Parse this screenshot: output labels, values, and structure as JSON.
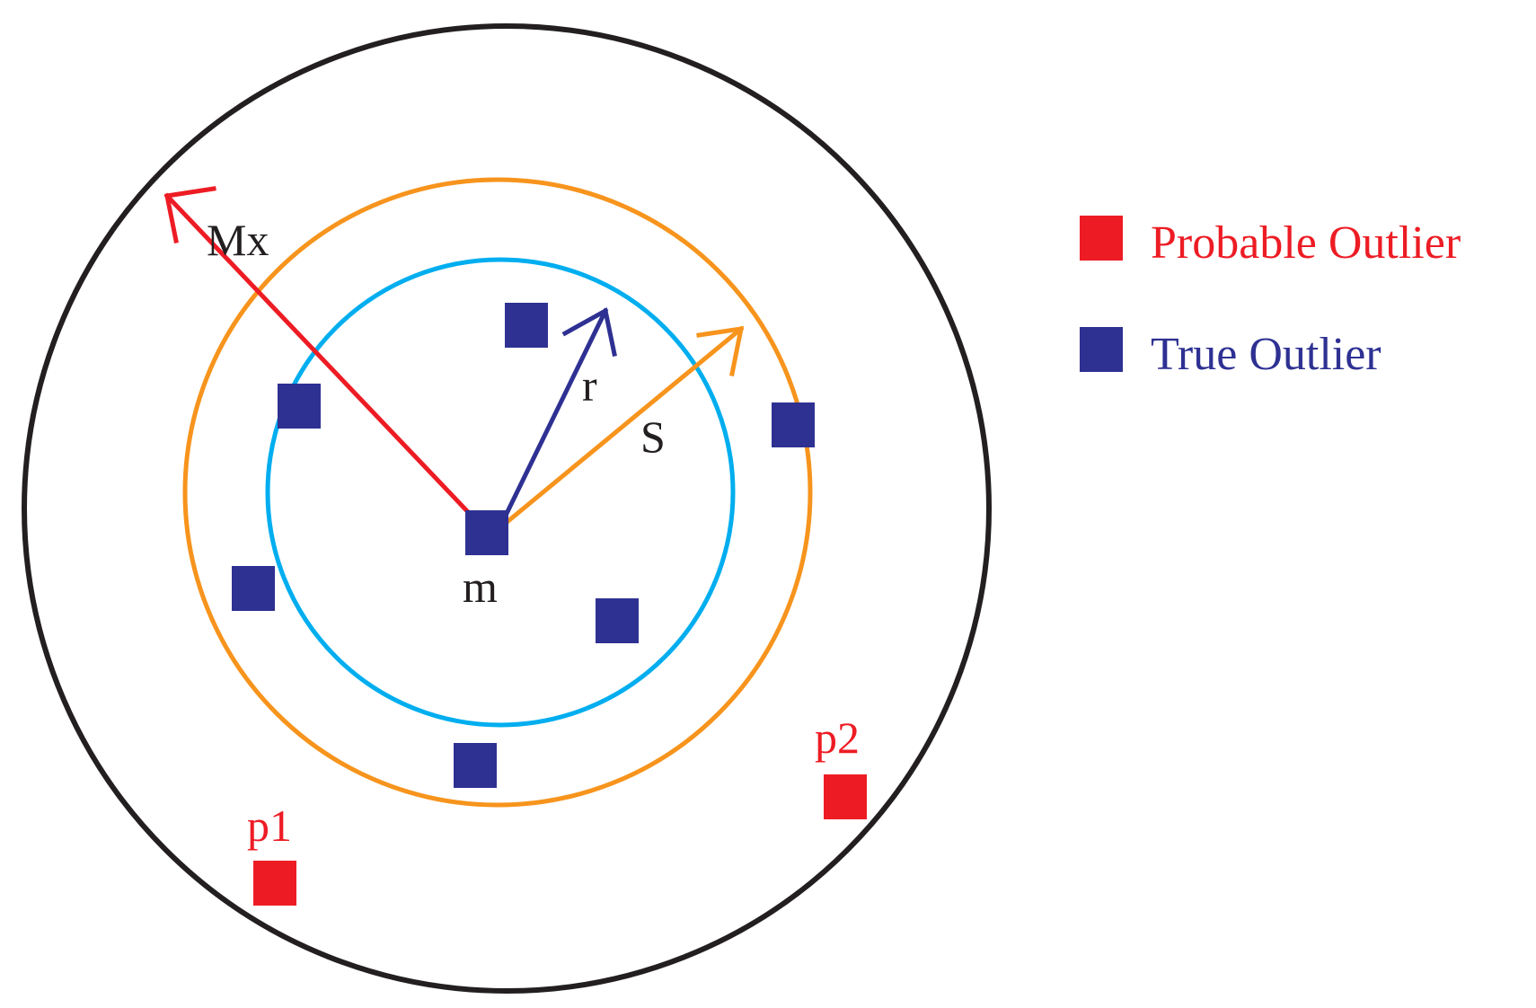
{
  "colors": {
    "outer_circle": "#231f20",
    "middle_circle": "#f7941d",
    "inner_circle": "#00aeef",
    "probable": "#ed1c24",
    "true_outlier": "#2e3192",
    "label_dark": "#231f20"
  },
  "labels": {
    "mx": "Mx",
    "r": "r",
    "s": "S",
    "m": "m",
    "p1": "p1",
    "p2": "p2"
  },
  "legend": {
    "probable": "Probable Outlier",
    "true": "True Outlier"
  }
}
